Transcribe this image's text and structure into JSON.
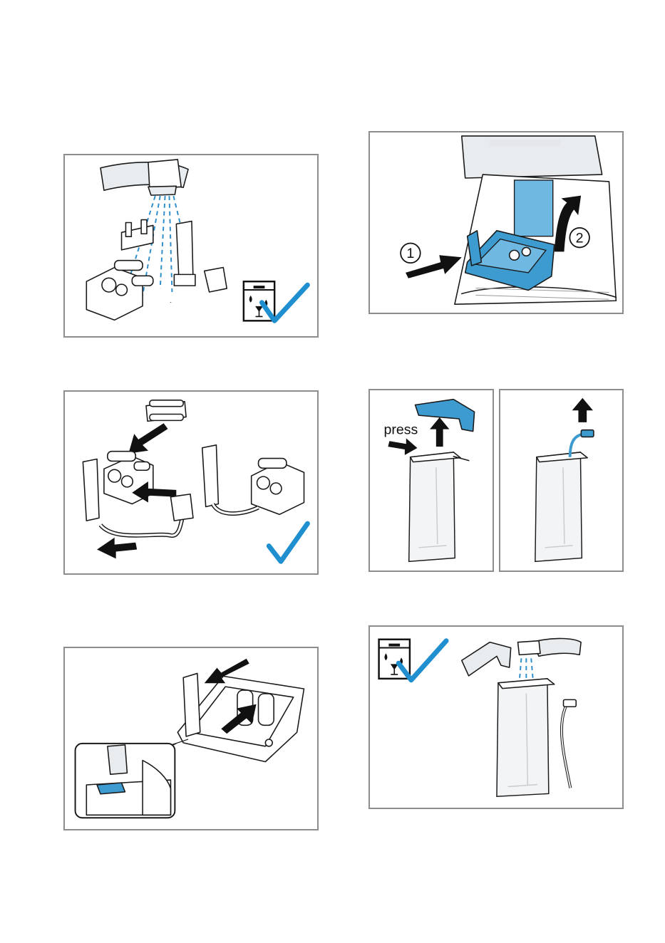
{
  "labels": {
    "step_1": "1",
    "step_2": "2",
    "press": "press"
  },
  "colors": {
    "accent_blue": "#3d9bd0",
    "check_blue": "#1f8fd0",
    "frame_grey": "#8c8c8c"
  },
  "icons": [
    "dishwasher-safe-icon",
    "checkmark-icon",
    "faucet-icon",
    "arrow-icon"
  ]
}
